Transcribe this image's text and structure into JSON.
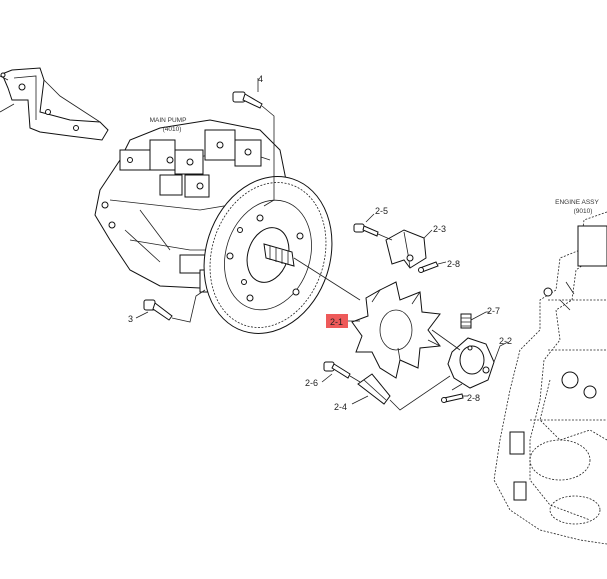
{
  "assemblies": {
    "main_pump": {
      "name": "MAIN PUMP",
      "code": "(4010)"
    },
    "engine": {
      "name": "ENGINE ASSY",
      "code": "(9010)"
    }
  },
  "callouts": {
    "c4": "4",
    "c3": "3",
    "c2_1": "2-1",
    "c2_2": "2-2",
    "c2_3": "2-3",
    "c2_4": "2-4",
    "c2_5": "2-5",
    "c2_6": "2-6",
    "c2_7": "2-7",
    "c2_8a": "2-8",
    "c2_8b": "2-8"
  },
  "highlight": {
    "part": "2-1",
    "color": "#ee5a5a"
  }
}
